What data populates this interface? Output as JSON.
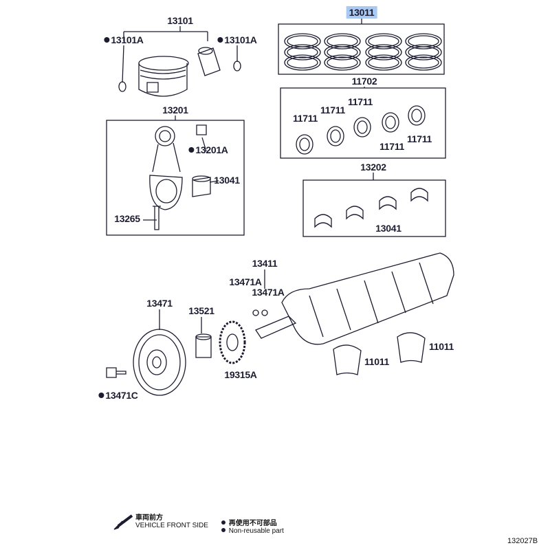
{
  "parts": {
    "p13101": "13101",
    "p13101a_left": "13101A",
    "p13101a_right": "13101A",
    "p13201": "13201",
    "p13201a": "13201A",
    "p13041_left": "13041",
    "p13265": "13265",
    "p13011": "13011",
    "p11702": "11702",
    "p11711_a": "11711",
    "p11711_b": "11711",
    "p11711_c": "11711",
    "p11711_d": "11711",
    "p11711_e": "11711",
    "p13202": "13202",
    "p13041_right": "13041",
    "p13411": "13411",
    "p13471a_a": "13471A",
    "p13471a_b": "13471A",
    "p13471": "13471",
    "p13521": "13521",
    "p19315a": "19315A",
    "p11011_a": "11011",
    "p11011_b": "11011",
    "p13471c": "13471C"
  },
  "legend": {
    "front_jp": "車両前方",
    "front_en": "VEHICLE FRONT SIDE",
    "nonreuse_jp": "再使用不可部品",
    "nonreuse_en": "Non-reusable part"
  },
  "diagram_id": "132027B",
  "colors": {
    "highlight": "#a9c9f2",
    "ink": "#1c1c30"
  }
}
